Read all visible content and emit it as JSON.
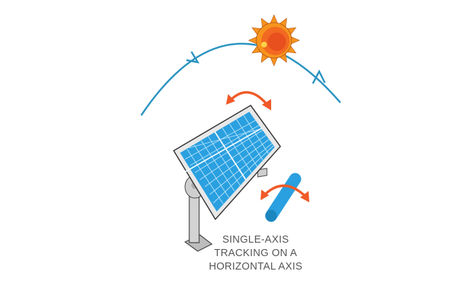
{
  "caption": {
    "lines": [
      "SINGLE-AXIS",
      "TRACKING ON A",
      "HORIZONTAL AXIS"
    ]
  },
  "colors": {
    "sun_path": "#2b93c0",
    "arrow": "#f05a28",
    "panel_cell": "#2aa0e0",
    "sun_outer": "#f7941d",
    "sun_inner": "#e8501e",
    "pole": "#cfcfcf"
  }
}
